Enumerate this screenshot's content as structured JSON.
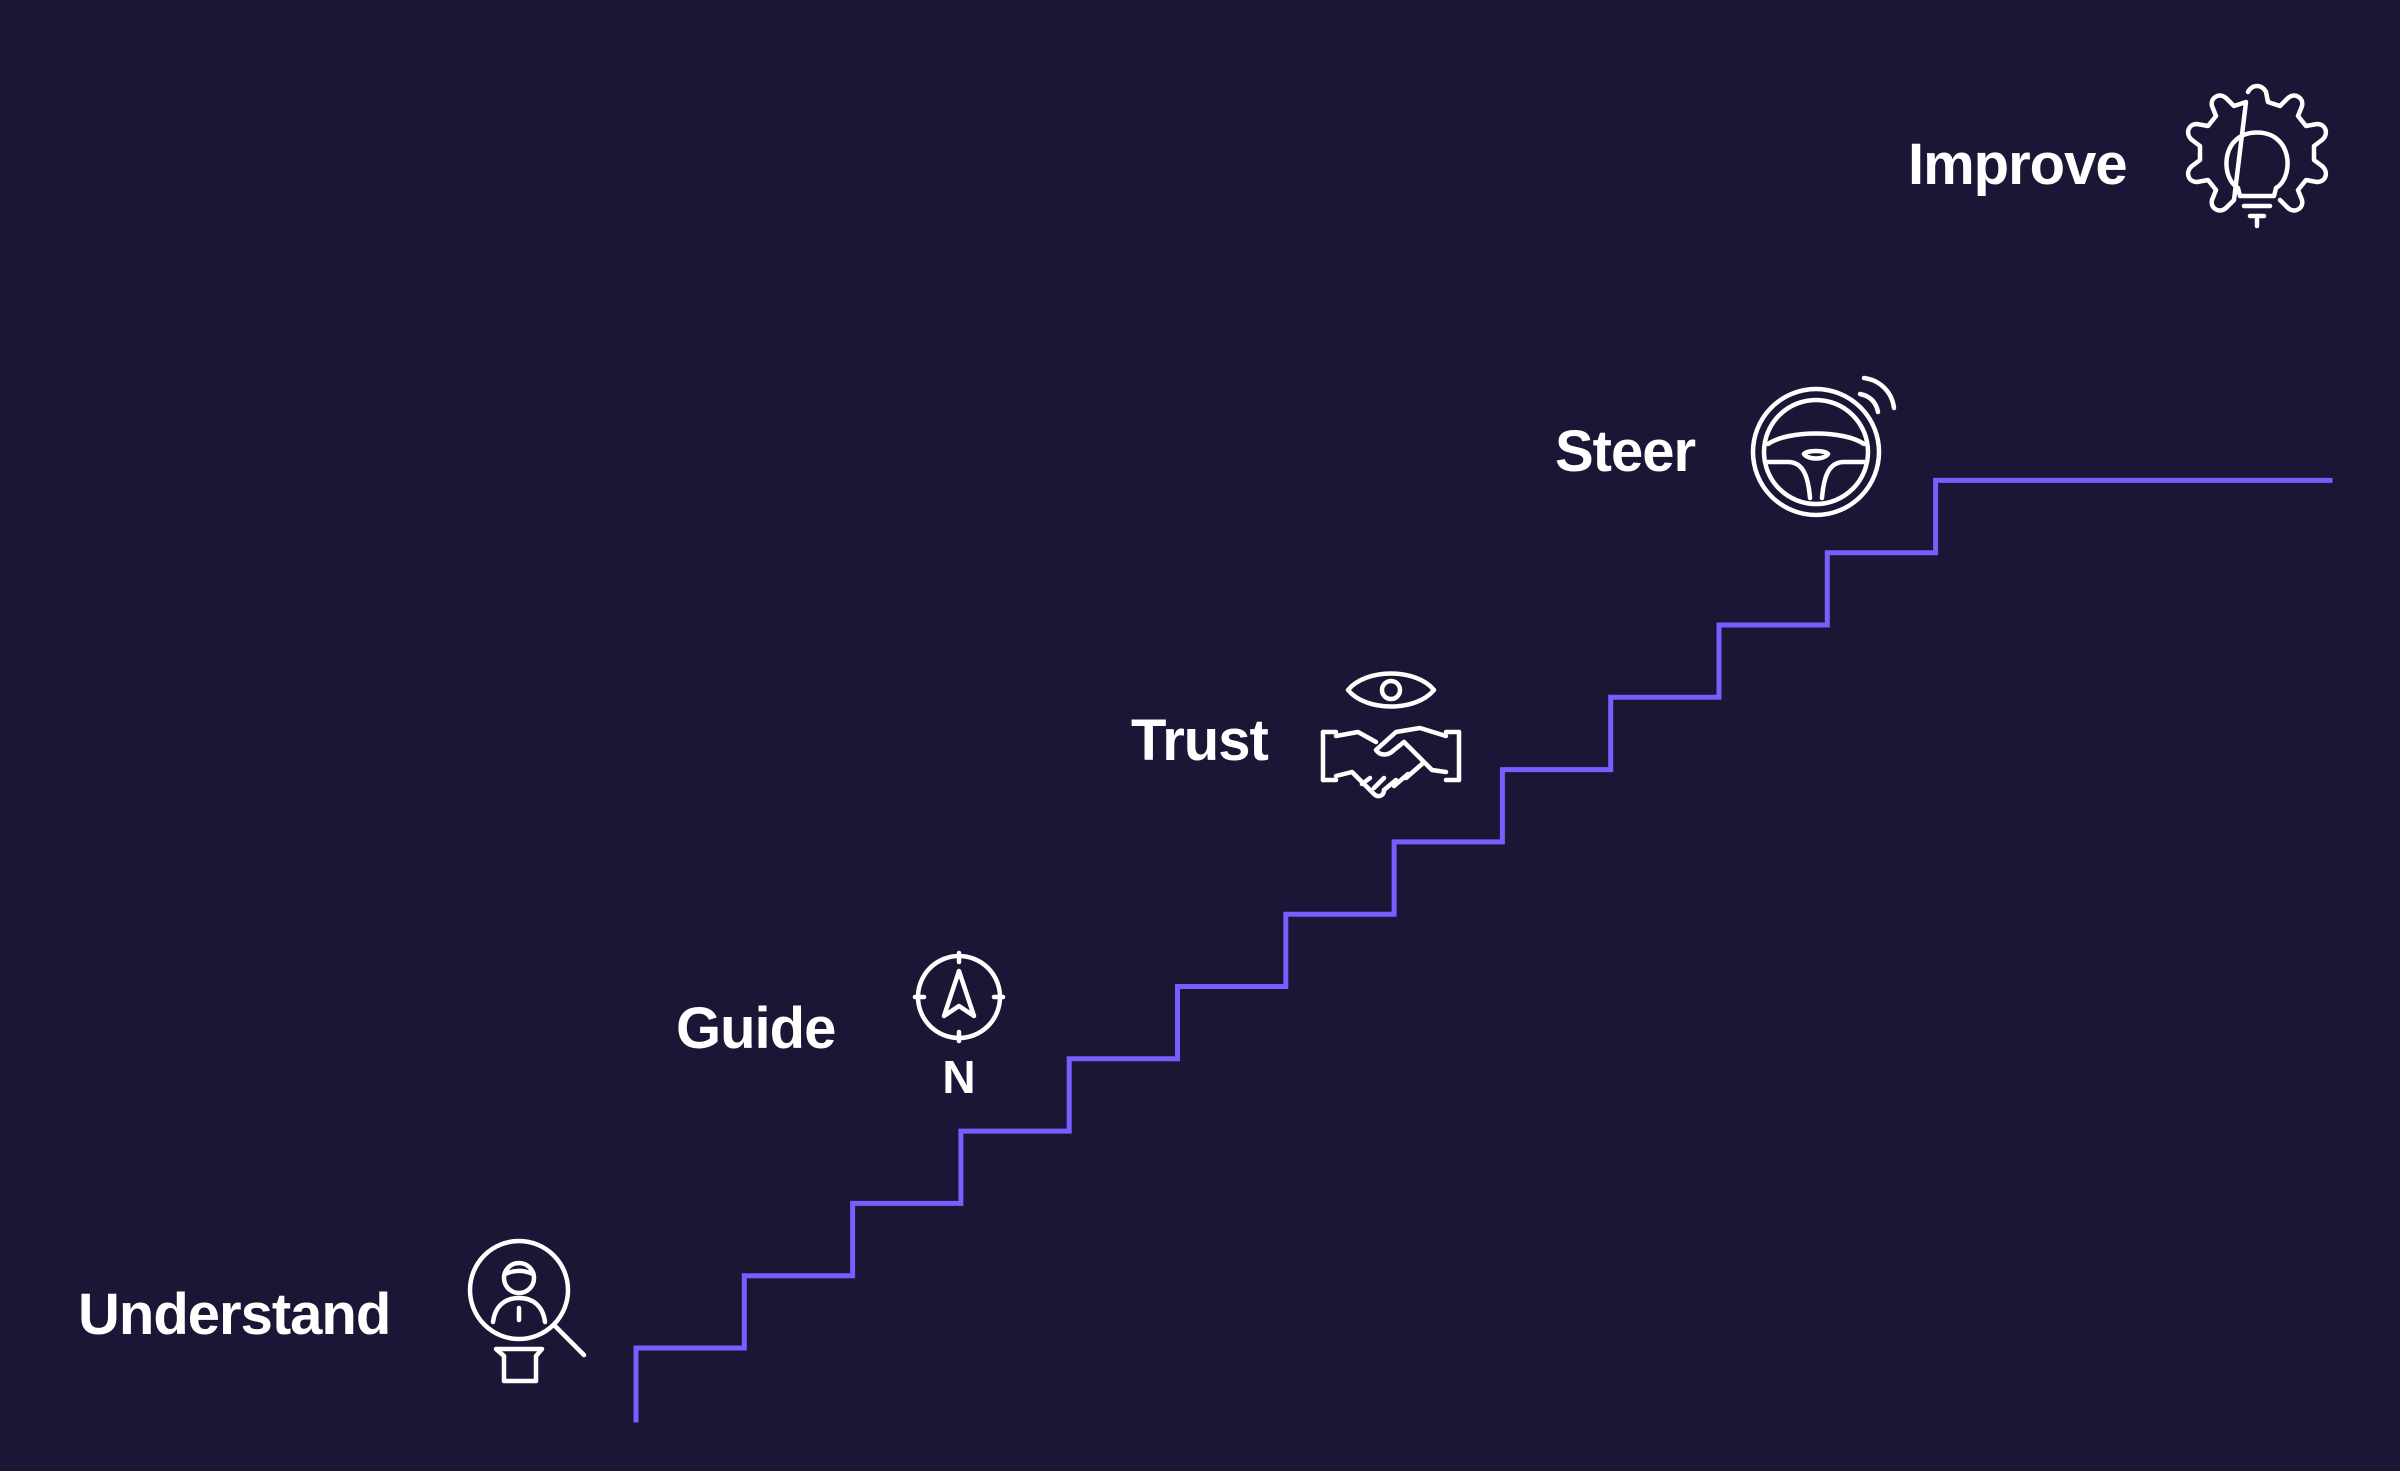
{
  "accent_color": "#7b5cff",
  "background_color": "#1b1635",
  "stages": [
    {
      "label": "Understand",
      "icon": "person-magnifier-icon"
    },
    {
      "label": "Guide",
      "icon": "compass-icon",
      "compass_letter": "N"
    },
    {
      "label": "Trust",
      "icon": "eye-handshake-icon"
    },
    {
      "label": "Steer",
      "icon": "steering-wheel-icon"
    },
    {
      "label": "Improve",
      "icon": "gear-lightbulb-icon"
    }
  ]
}
